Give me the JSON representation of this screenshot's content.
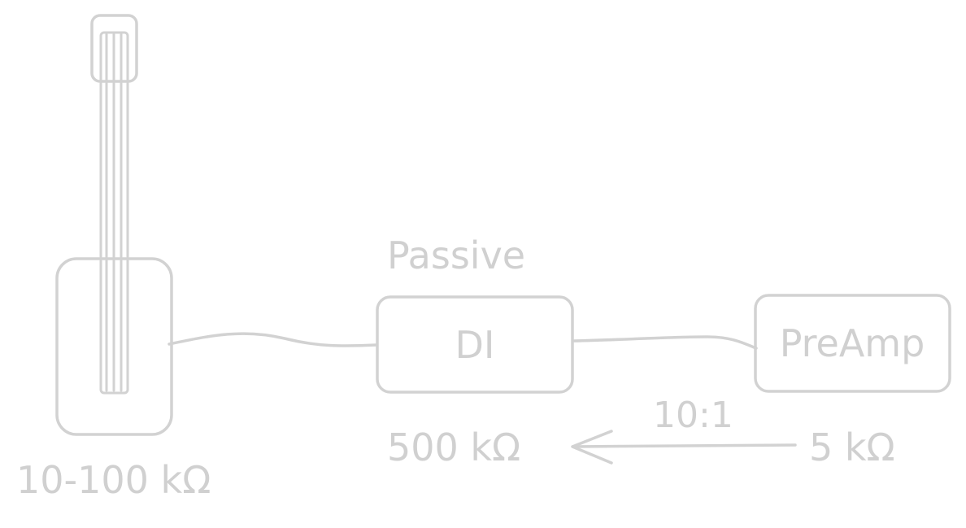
{
  "colors": {
    "stroke": "#d2d2d2",
    "text": "#d0d0d0",
    "background": "#ffffff"
  },
  "icons": {
    "guitar": "guitar-icon"
  },
  "guitar": {
    "impedance": "10-100 kΩ"
  },
  "di": {
    "type": "Passive",
    "label": "DI",
    "impedance": "500 kΩ"
  },
  "preamp": {
    "label": "PreAmp",
    "impedance": "5 kΩ"
  },
  "ratio": {
    "label": "10:1"
  }
}
